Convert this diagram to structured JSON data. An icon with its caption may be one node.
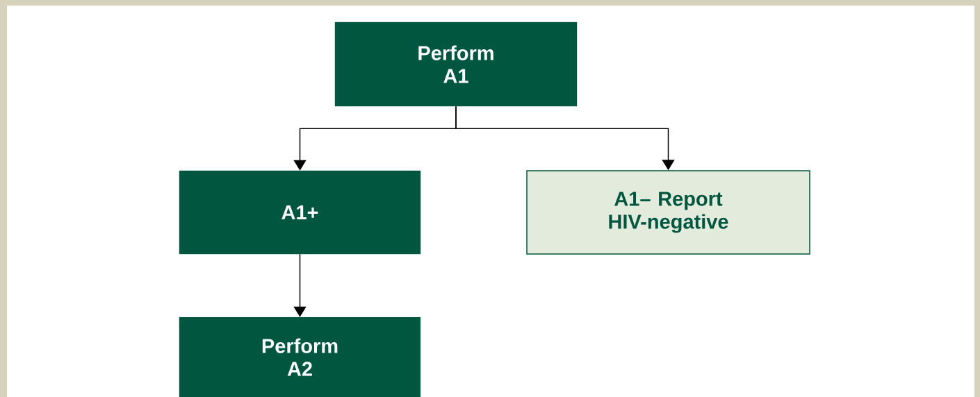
{
  "diagram": {
    "nodes": [
      {
        "text": [
          "Perform A1"
        ]
      },
      {
        "text": [
          "A1+"
        ]
      },
      {
        "text": [
          "A1– Report HIV-negative"
        ]
      },
      {
        "text": [
          "Perform A2"
        ]
      }
    ],
    "edges": [
      {
        "from": 0,
        "to": 1,
        "arrow": "to"
      },
      {
        "from": 0,
        "to": 2,
        "arrow": "to"
      },
      {
        "from": 1,
        "to": 3,
        "arrow": "to"
      }
    ]
  }
}
